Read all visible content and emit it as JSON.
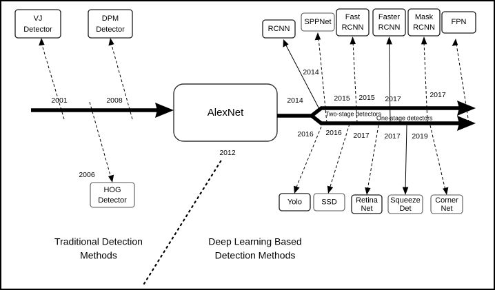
{
  "figure": {
    "title_text": "",
    "colors": {
      "stroke": "#000000",
      "fill": "#ffffff",
      "frame": "#000000"
    }
  },
  "traditional": {
    "section_label_line1": "Traditional Detection",
    "section_label_line2": "Methods",
    "main_arrow_label": "",
    "nodes": [
      {
        "id": "vj",
        "line1": "VJ",
        "line2": "Detector",
        "year": "2001"
      },
      {
        "id": "dpm",
        "line1": "DPM",
        "line2": "Detector",
        "year": "2008"
      },
      {
        "id": "hog",
        "line1": "HOG",
        "line2": "Detector",
        "year": "2006"
      }
    ]
  },
  "milestone": {
    "label": "AlexNet",
    "year": "2012"
  },
  "deep_learning": {
    "section_label_line1": "Deep Learning Based",
    "section_label_line2": "Detection Methods",
    "two_stage_label": "Two-stage detectors",
    "one_stage_label": "One-stage detectors",
    "fork_year": "2014",
    "two_stage_nodes": [
      {
        "id": "rcnn",
        "line1": "RCNN",
        "line2": "",
        "year": "2014"
      },
      {
        "id": "sppnet",
        "line1": "SPPNet",
        "line2": "",
        "year": "2014"
      },
      {
        "id": "fast-rcnn",
        "line1": "Fast",
        "line2": "RCNN",
        "year": "2015"
      },
      {
        "id": "faster-rcnn",
        "line1": "Faster",
        "line2": "RCNN",
        "year": "2015"
      },
      {
        "id": "mask-rcnn",
        "line1": "Mask",
        "line2": "RCNN",
        "year": "2017"
      },
      {
        "id": "fpn",
        "line1": "FPN",
        "line2": "",
        "year": "2017"
      }
    ],
    "one_stage_nodes": [
      {
        "id": "yolo",
        "line1": "Yolo",
        "line2": "",
        "year": "2016"
      },
      {
        "id": "ssd",
        "line1": "SSD",
        "line2": "",
        "year": "2016"
      },
      {
        "id": "retinanet",
        "line1": "Retina",
        "line2": "Net",
        "year": "2017"
      },
      {
        "id": "squeezedet",
        "line1": "Squeeze",
        "line2": "Det",
        "year": "2017"
      },
      {
        "id": "cornernet",
        "line1": "Corner",
        "line2": "Net",
        "year": "2019"
      }
    ]
  }
}
